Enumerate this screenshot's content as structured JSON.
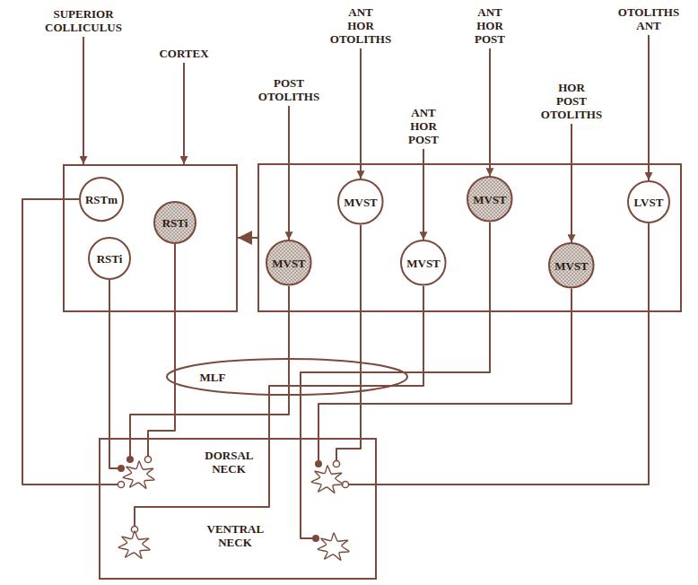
{
  "diagram": {
    "nodes": [
      {
        "text": []
      },
      {
        "text": [
          "RSTm"
        ],
        "in": 0
      },
      {
        "text": [
          "RSTi"
        ],
        "in": 0
      },
      {
        "text": [
          "RSTi"
        ],
        "in": 0
      },
      {
        "text": []
      },
      {
        "text": [
          "MVST"
        ],
        "in": 4
      },
      {
        "text": [
          "MVST"
        ],
        "in": 4
      },
      {
        "text": [
          "MVST"
        ],
        "in": 4
      },
      {
        "text": [
          "MVST"
        ],
        "in": 4
      },
      {
        "text": [
          "MVST"
        ],
        "in": 4
      },
      {
        "text": [
          "LVST"
        ],
        "in": 4
      },
      {
        "text": [
          "MLF"
        ]
      },
      {
        "text": [
          "DORSAL NECK",
          "VENTRAL NECK"
        ]
      },
      {
        "text": [],
        "in": 12
      },
      {
        "text": [],
        "in": 12
      },
      {
        "text": [],
        "in": 12
      },
      {
        "text": [],
        "in": 12
      }
    ],
    "edges": [
      {
        "from": 4,
        "to": 0,
        "arrow": "to"
      },
      {
        "from": 1,
        "to": 13,
        "arrow": "none"
      },
      {
        "from": 3,
        "to": 13,
        "arrow": "none"
      },
      {
        "from": 2,
        "to": 13,
        "arrow": "none"
      },
      {
        "from": 5,
        "to": 13,
        "arrow": "none"
      },
      {
        "from": 6,
        "to": 14,
        "arrow": "none"
      },
      {
        "from": 9,
        "to": 14,
        "arrow": "none"
      },
      {
        "from": 10,
        "to": 14,
        "arrow": "none"
      },
      {
        "from": 7,
        "to": 15,
        "arrow": "none"
      },
      {
        "from": 8,
        "to": 16,
        "arrow": "none"
      }
    ],
    "labels": [
      "SUPERIOR COLLICULUS",
      "CORTEX",
      "POST OTOLITHS",
      "ANT HOR OTOLITHS",
      "ANT HOR POST",
      "ANT HOR POST",
      "HOR POST OTOLITHS",
      "OTOLITHS ANT"
    ]
  }
}
